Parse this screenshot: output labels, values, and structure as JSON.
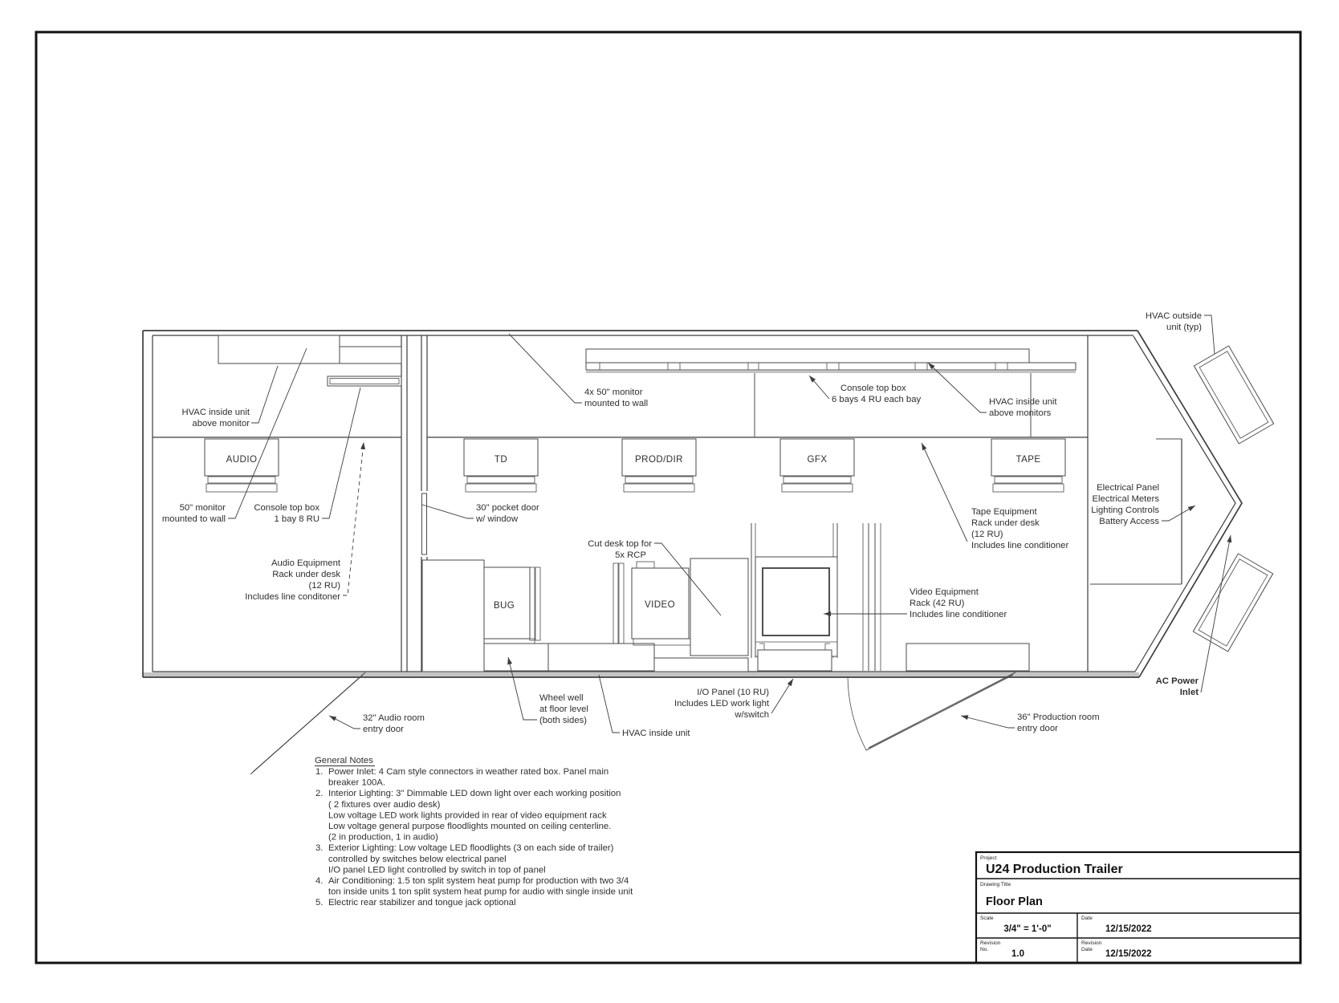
{
  "sheet": {
    "kind": "architectural floor plan drawing",
    "colors": {
      "line": "#3d3d3d",
      "wall_gray": "#c4c4c4",
      "text": "#2f2f2f",
      "border": "#111111"
    }
  },
  "positions": {
    "audio": "AUDIO",
    "td": "TD",
    "prod_dir": "PROD/DIR",
    "gfx": "GFX",
    "tape": "TAPE",
    "bug": "BUG",
    "video": "VIDEO"
  },
  "annotations": {
    "hvac_outside": [
      "HVAC outside",
      "unit (typ)"
    ],
    "hvac_inside_audio": [
      "HVAC inside unit",
      "above monitor"
    ],
    "monitor_50": [
      "50\" monitor",
      "mounted to wall"
    ],
    "console_audio": [
      "Console top box",
      "1 bay  8 RU"
    ],
    "audio_rack": [
      "Audio Equipment",
      "Rack under desk",
      "(12 RU)",
      "Includes line conditoner"
    ],
    "monitor_4x": [
      "4x 50\" monitor",
      "mounted to wall"
    ],
    "console_prod": [
      "Console top box",
      "6 bays 4 RU each bay"
    ],
    "hvac_inside_prod": [
      "HVAC inside unit",
      "above monitors"
    ],
    "pocket_door": [
      "30\" pocket door",
      "w/ window"
    ],
    "cut_desk": [
      "Cut desk top for",
      "5x RCP"
    ],
    "tape_rack": [
      "Tape Equipment",
      "Rack under desk",
      "(12 RU)",
      "Includes line conditioner"
    ],
    "electrical": [
      "Electrical Panel",
      "Electrical Meters",
      "Lighting Controls",
      "Battery Access"
    ],
    "video_rack": [
      "Video Equipment",
      "Rack (42 RU)",
      "Includes line conditioner"
    ],
    "io_panel": [
      "I/O Panel (10 RU)",
      "Includes LED work light",
      "w/switch"
    ],
    "wheel_well": [
      "Wheel well",
      "at floor level",
      "(both sides)"
    ],
    "hvac_inside_bottom": "HVAC inside unit",
    "audio_door": [
      "32\" Audio room",
      "entry door"
    ],
    "prod_door": [
      "36\" Production room",
      "entry door"
    ],
    "ac_power": [
      "AC Power",
      "Inlet"
    ]
  },
  "notes": {
    "title": "General Notes",
    "items": [
      {
        "num": "1.",
        "lines": [
          "Power Inlet: 4 Cam style connectors in weather rated box. Panel main",
          "breaker 100A."
        ]
      },
      {
        "num": "2.",
        "lines": [
          "Interior Lighting: 3\" Dimmable LED down light over each working position",
          "( 2 fixtures over audio desk)",
          "Low voltage LED work lights provided in rear of video equipment rack",
          "Low voltage general purpose floodlights mounted on ceiling centerline.",
          "(2 in production, 1 in audio)"
        ]
      },
      {
        "num": "3.",
        "lines": [
          "Exterior Lighting: Low voltage LED floodlights (3 on each side of trailer)",
          "controlled by switches below electrical panel",
          "I/O panel LED light controlled by switch in top of panel"
        ]
      },
      {
        "num": "4.",
        "lines": [
          "Air Conditioning: 1.5 ton split system heat pump for production with two 3/4",
          "ton inside units 1 ton split system heat pump for audio with single inside unit"
        ]
      },
      {
        "num": "5.",
        "lines": [
          "Electric rear stabilizer and tongue jack optional"
        ]
      }
    ]
  },
  "title_block": {
    "project_label": "Project",
    "project": "U24 Production Trailer",
    "drawing_title_label": "Drawing Title",
    "drawing_title": "Floor Plan",
    "scale_label": "Scale",
    "scale": "3/4\" = 1'-0\"",
    "date_label": "Date",
    "date": "12/15/2022",
    "revision_label": "Revision",
    "revision_no_label": "No.",
    "revision_no": "1.0",
    "revision_date_label": "Date",
    "revision_date": "12/15/2022"
  }
}
